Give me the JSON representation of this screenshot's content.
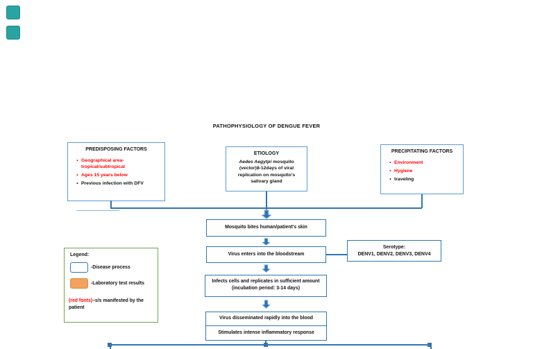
{
  "page": {
    "title": "PATHOPHYSIOLOGY OF DENGUE FEVER"
  },
  "top_boxes": {
    "predisposing": {
      "title": "PREDISPOSING FACTORS",
      "items": [
        {
          "text": "Geographical area-tropical/subtropical",
          "style": "red"
        },
        {
          "text": "Ages 15 years below",
          "style": "red"
        },
        {
          "text": "Previous infection with DFV",
          "style": "black"
        }
      ]
    },
    "etiology": {
      "title": "ETIOLOGY",
      "species": "Aedes Aegytpi",
      "rest": " mosquito (vector)8-12days of viral replication on mosquito's salivary gland"
    },
    "precipitating": {
      "title": "PRECIPITATING FACTORS",
      "items": [
        {
          "text": "Environment",
          "style": "red"
        },
        {
          "text": "Hygiene",
          "style": "red"
        },
        {
          "text": "traveling",
          "style": "black"
        }
      ]
    }
  },
  "flow": {
    "step1": "Mosquito bites human/patient's skin",
    "step2": "Virus enters into the bloodstream",
    "serotype_line1": "Serotype:",
    "serotype_line2": "DENV1, DENV2, DENV3, DENV4",
    "step3": "Infects cells and replicates in sufficient amount (incubation period: 3-14 days)",
    "step4": "Virus disseminated rapidly into the blood",
    "step5": "Stimulates intense inflammatory response"
  },
  "legend": {
    "title": "Legend:",
    "disease_label": "-Disease process",
    "lab_label": "-Laboratory test results",
    "red_fonts": "(red fonts)",
    "red_note_rest": "–s/s manifested by the patient"
  },
  "colors": {
    "flow_border_blue": "#2e75b6",
    "top_border_blue": "#5b9bd5",
    "arrow_blue": "#2f76b8",
    "legend_border_green": "#6aa84f",
    "orange_swatch": "#f2a25f",
    "red_text": "#ff0000",
    "teal_square": "#29a4a2"
  }
}
